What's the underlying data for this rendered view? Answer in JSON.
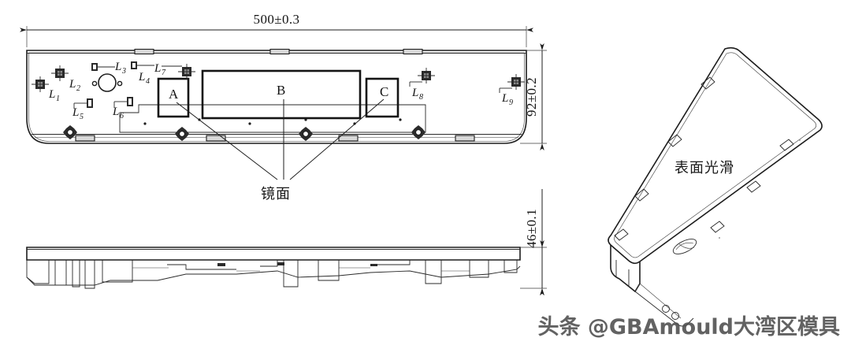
{
  "drawing": {
    "title": "Injection moulded panel technical drawing",
    "background_color": "#ffffff",
    "line_color": "#1d1d1d"
  },
  "dimensions": {
    "overall_length": "500±0.3",
    "overall_height": "92±0.2",
    "overall_depth": "46±0.1"
  },
  "zones": {
    "a": "A",
    "b": "B",
    "c": "C"
  },
  "notes": {
    "mirror_surface": "镜面",
    "smooth_surface": "表面光滑"
  },
  "feature_labels": [
    {
      "id": "L1",
      "letter": "L",
      "sub": "1"
    },
    {
      "id": "L2",
      "letter": "L",
      "sub": "2"
    },
    {
      "id": "L3",
      "letter": "L",
      "sub": "3"
    },
    {
      "id": "L4",
      "letter": "L",
      "sub": "4"
    },
    {
      "id": "L5",
      "letter": "L",
      "sub": "5"
    },
    {
      "id": "L6",
      "letter": "L",
      "sub": "6"
    },
    {
      "id": "L7",
      "letter": "L",
      "sub": "7"
    },
    {
      "id": "L8",
      "letter": "L",
      "sub": "8"
    },
    {
      "id": "L9",
      "letter": "L",
      "sub": "9"
    }
  ],
  "watermark": {
    "text": "头条 @GBAmould大湾区模具"
  }
}
